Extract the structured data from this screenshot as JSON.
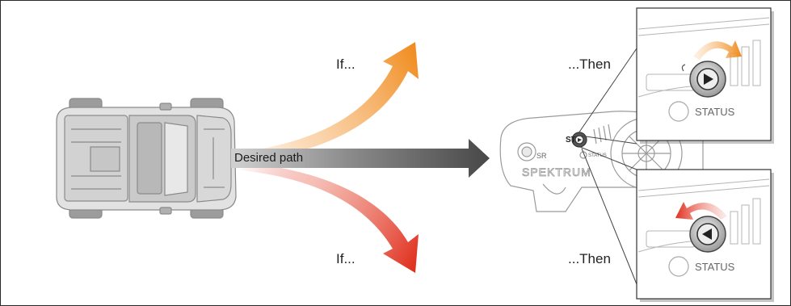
{
  "labels": {
    "if_top": "If...",
    "then_top": "...Then",
    "if_bottom": "If...",
    "then_bottom": "...Then",
    "desired_path": "Desired path"
  },
  "transmitter": {
    "brand": "SPEKTRUM",
    "st_label": "ST",
    "sr_label": "SR",
    "status_small": "STATUS"
  },
  "insets": {
    "top_status": "STATUS",
    "bottom_status": "STATUS",
    "top_rotation": "clockwise",
    "bottom_rotation": "counter-clockwise"
  },
  "colors": {
    "orange_arrow": "#f28a1e",
    "red_arrow": "#e0301e",
    "gray_arrow": "#555555",
    "border": "#2a2a2a"
  },
  "icons": [
    "truck-icon",
    "transmitter-icon",
    "trim-knob-icon",
    "status-led-icon"
  ]
}
